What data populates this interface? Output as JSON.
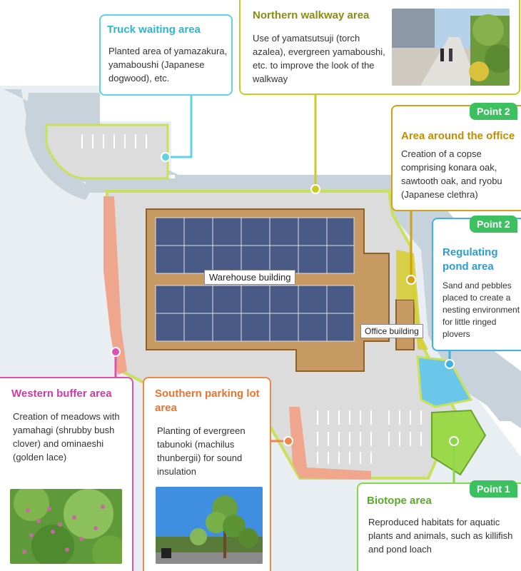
{
  "map_labels": {
    "warehouse": "Warehouse building",
    "office": "Office building"
  },
  "callouts": {
    "truck_waiting": {
      "title": "Truck waiting area",
      "body": "Planted area of yamazakura, yamaboushi (Japanese dogwood), etc.",
      "color": "#5fd3e3"
    },
    "northern_walkway": {
      "title": "Northern walkway area",
      "body": "Use of yamatsutsuji (torch azalea), evergreen yamaboushi, etc. to improve the look of the walkway",
      "color": "#c8cc22"
    },
    "office_area": {
      "badge": "Point 2",
      "title": "Area around the office",
      "body": "Creation of a copse comprising konara oak, sawtooth oak, and ryobu (Japanese clethra)",
      "color": "#d4a017"
    },
    "regulating_pond": {
      "badge": "Point 2",
      "title": "Regulating pond area",
      "body": "Sand and pebbles placed to create a nesting environment for little ringed plovers",
      "color": "#3fb2e0"
    },
    "western_buffer": {
      "title": "Western buffer area",
      "body": "Creation of meadows with yamahagi (shrubby bush clover) and ominaeshi (golden lace)",
      "color": "#e050b0"
    },
    "southern_parking": {
      "title": "Southern parking lot area",
      "body": "Planting of evergreen tabunoki (machilus thunbergii) for sound insulation",
      "color": "#f0874a"
    },
    "biotope": {
      "badge": "Point 1",
      "title": "Biotope area",
      "body": "Reproduced habitats for aquatic plants and animals, such as killifish and pond loach",
      "color": "#88d64a"
    }
  },
  "badge_color": "#3cc060"
}
